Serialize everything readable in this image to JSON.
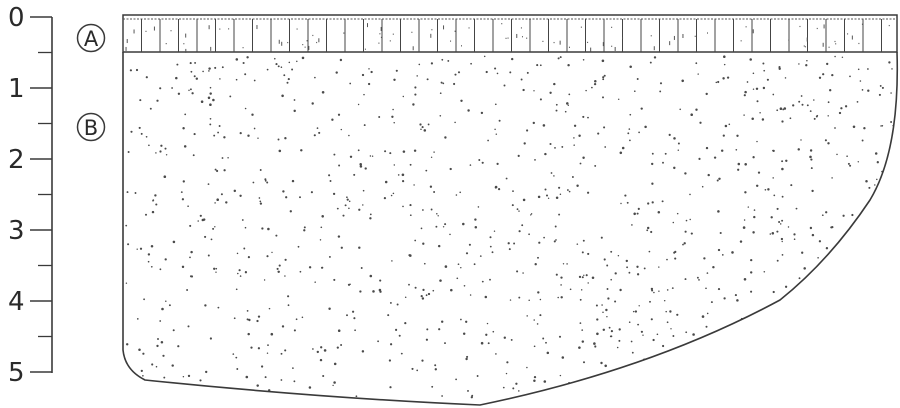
{
  "scale": {
    "ticks": [
      {
        "label": "0",
        "value": 0
      },
      {
        "label": "1",
        "value": 1
      },
      {
        "label": "2",
        "value": 2
      },
      {
        "label": "3",
        "value": 3
      },
      {
        "label": "4",
        "value": 4
      },
      {
        "label": "5",
        "value": 5
      }
    ],
    "minor_ticks_per_unit": 1
  },
  "layers": [
    {
      "label": "A",
      "pattern": "brick-hatch",
      "top": 0,
      "bottom": 0.5
    },
    {
      "label": "B",
      "pattern": "stipple",
      "top": 0.5,
      "bottom": 5.2
    }
  ],
  "colors": {
    "ink": "#3a3a3a",
    "background": "#ffffff"
  }
}
